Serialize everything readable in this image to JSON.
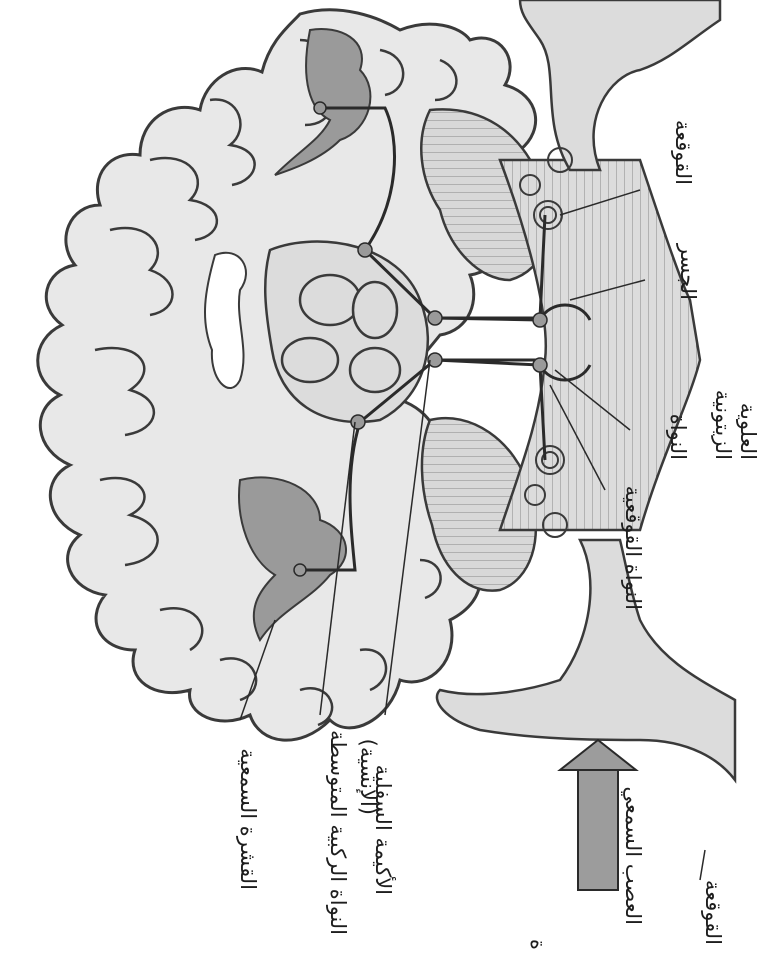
{
  "labels": {
    "cochlea_top": "القوقعة",
    "pons": "الجسر",
    "trapezoid_nucleus_1": "النواة",
    "trapezoid_nucleus_2": "الزيتونية",
    "trapezoid_nucleus_3": "العلوية",
    "cochlear_nucleus": "النواة القوقعية",
    "auditory_cortex": "القشرة السمعية",
    "mgn_1": "النواة الركبية المتوسطة",
    "mgn_2": "(الإنسية)",
    "inferior_colliculus": "الأكيمة السفلية",
    "auditory_nerve": "العصب السمعي",
    "cochlea_bottom": "القوقعة",
    "corner_fragment": "ة"
  },
  "colors": {
    "tissue_fill": "#e6e6e6",
    "cortex_dark": "#9a9a9a",
    "outline": "#3a3a3a",
    "pathway": "#2a2a2a",
    "arrow_fill": "#9c9c9c",
    "label_text": "#1e1e1e"
  },
  "icons": {
    "direction_arrow": "arrow-right-icon"
  }
}
